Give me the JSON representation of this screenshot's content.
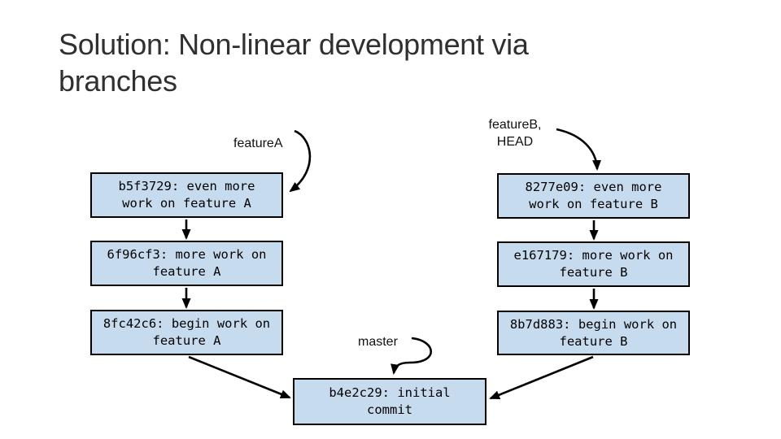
{
  "slide": {
    "title": "Solution: Non-linear development via\nbranches"
  },
  "branch_labels": {
    "feature_a": "featureA",
    "feature_b": "featureB,\nHEAD",
    "master": "master"
  },
  "commits": [
    {
      "text": "b5f3729: even more\nwork on feature A"
    },
    {
      "text": "6f96cf3: more work on\nfeature A"
    },
    {
      "text": "8fc42c6: begin work on\nfeature A"
    },
    {
      "text": "8277e09: even more\nwork on feature B"
    },
    {
      "text": "e167179: more work on\nfeature B"
    },
    {
      "text": "8b7d883: begin work on\nfeature B"
    },
    {
      "text": "b4e2c29: initial\ncommit"
    }
  ],
  "colors": {
    "commit_box_fill": "#c7dbef",
    "commit_box_border": "#000000",
    "arrow": "#000000",
    "title_text": "#303030"
  }
}
